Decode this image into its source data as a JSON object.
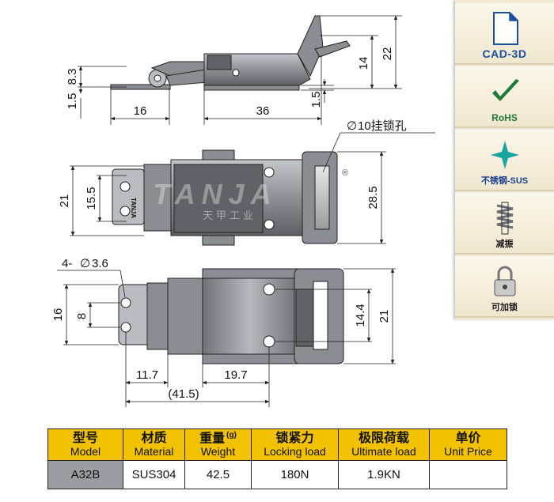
{
  "drawing": {
    "side_view": {
      "dims": {
        "d83": "8.3",
        "d15a": "1.5",
        "d16": "16",
        "d36": "36",
        "d15b": "1.5",
        "d14": "14",
        "d22": "22"
      }
    },
    "top_view": {
      "dims": {
        "d21": "21",
        "d155": "15.5",
        "d285": "28.5"
      },
      "lock_hole_label": "10挂锁孔",
      "diameter_symbol": "∅",
      "brand_text": "TANJA",
      "watermark_en": "TANJA",
      "watermark_cn": "天甲工业",
      "registered_mark": "®"
    },
    "bottom_view": {
      "hole_prefix": "4-",
      "diameter_symbol": "∅",
      "hole_size": "3.6",
      "dims": {
        "d16": "16",
        "d8": "8",
        "d144": "14.4",
        "d21": "21",
        "d117": "11.7",
        "d197": "19.7",
        "d415": "(41.5)"
      }
    }
  },
  "side_panel": {
    "items": [
      {
        "label": "CAD-3D",
        "icon": "document-icon"
      },
      {
        "label": "RoHS",
        "icon": "checkmark-icon"
      },
      {
        "label": "不锈钢-SUS",
        "icon": "sparkle-icon"
      },
      {
        "label": "减振",
        "icon": "spring-icon"
      },
      {
        "label": "可加锁",
        "icon": "padlock-icon"
      }
    ]
  },
  "spec_table": {
    "headers": [
      {
        "cn": "型号",
        "en": "Model"
      },
      {
        "cn": "材质",
        "en": "Material"
      },
      {
        "cn": "重量",
        "en": "Weight",
        "unit": "(g)"
      },
      {
        "cn": "锁紧力",
        "en": "Locking load"
      },
      {
        "cn": "极限荷载",
        "en": "Ultimate load"
      },
      {
        "cn": "单价",
        "en": "Unit Price"
      }
    ],
    "row": {
      "model": "A32B",
      "material": "SUS304",
      "weight": "42.5",
      "locking_load": "180N",
      "ultimate_load": "1.9KN",
      "unit_price": ""
    }
  },
  "colors": {
    "header_yellow": "#f2c200",
    "model_cell_gray": "#9a9ea3",
    "panel_cream": "#f1ead6",
    "cad_blue": "#1a4f9c",
    "rohs_green": "#1d7a3a"
  }
}
